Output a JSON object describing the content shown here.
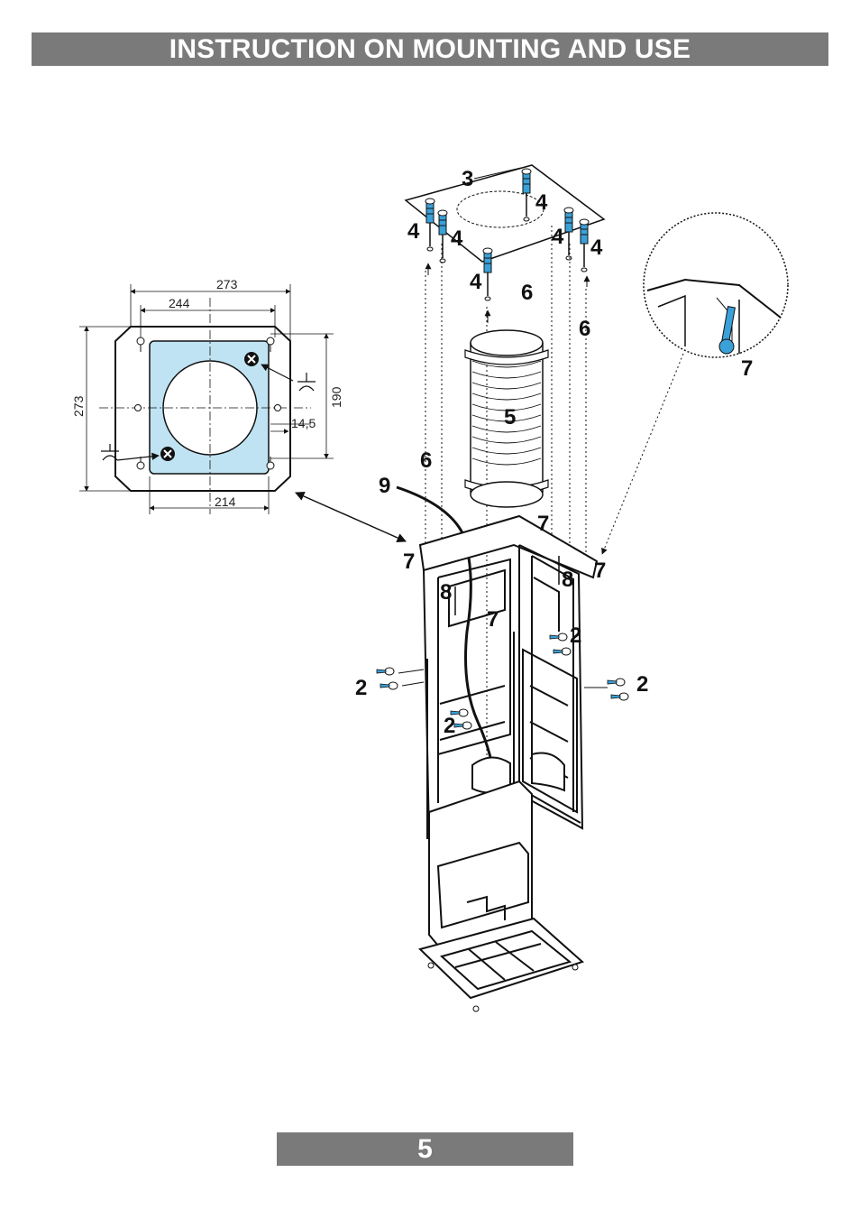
{
  "page": {
    "header_title": "INSTRUCTION ON MOUNTING AND USE",
    "page_number": "5"
  },
  "template_dims": {
    "overall_width": "273",
    "inner_width": "244",
    "bottom_width": "214",
    "overall_height": "273",
    "right_height": "190",
    "offset": "14,5"
  },
  "callouts": {
    "c3": "3",
    "c4a": "4",
    "c4b": "4",
    "c4c": "4",
    "c4d": "4",
    "c4e": "4",
    "c4f": "4",
    "c5": "5",
    "c6a": "6",
    "c6b": "6",
    "c6c": "6",
    "c7a": "7",
    "c7b": "7",
    "c7c": "7",
    "c7d": "7",
    "c7e": "7",
    "c8a": "8",
    "c8b": "8",
    "c9": "9",
    "c2a": "2",
    "c2b": "2",
    "c2c": "2",
    "c2d": "2"
  },
  "colors": {
    "header_bg": "#7a7a7a",
    "template_fill": "#bfe3f2",
    "screw_blue": "#3aa0d8"
  }
}
